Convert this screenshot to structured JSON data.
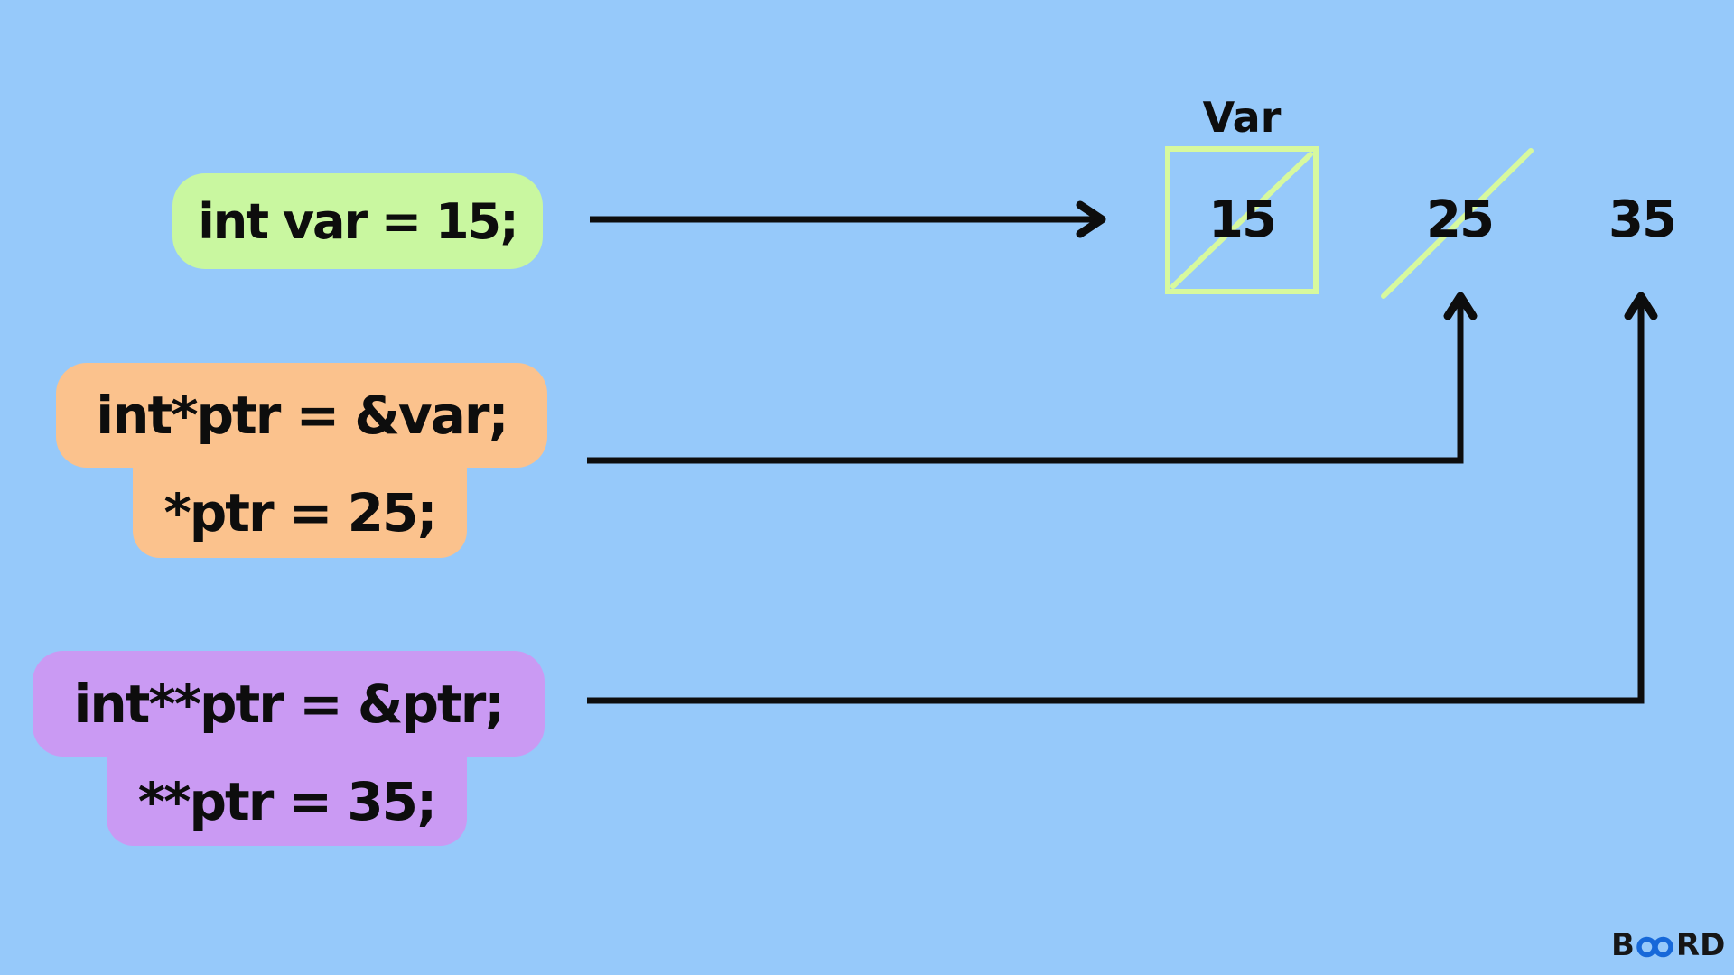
{
  "canvas": {
    "background": "#96C9FA"
  },
  "colors": {
    "ink": "#0D0D0D",
    "arrow": "#0D0D0D",
    "highlight_green": "#C9F7A0",
    "highlight_orange": "#FBC28D",
    "highlight_purple": "#CA9AF3",
    "cell_green": "#D7F99E",
    "logo_blue": "#1668D9"
  },
  "code_boxes": {
    "var_decl": {
      "text": "int var = 15;"
    },
    "ptr_decl": {
      "line1": "int*ptr = &var;",
      "line2": "*ptr = 25;"
    },
    "double_ptr_decl": {
      "line1": "int**ptr = &ptr;",
      "line2": "**ptr = 35;"
    }
  },
  "memory": {
    "label": "Var",
    "values": [
      {
        "text": "15",
        "struck": true,
        "boxed": true
      },
      {
        "text": "25",
        "struck": true,
        "boxed": false
      },
      {
        "text": "35",
        "struck": false,
        "boxed": false
      }
    ]
  },
  "logo": {
    "prefix": "B",
    "suffix": "RD"
  }
}
